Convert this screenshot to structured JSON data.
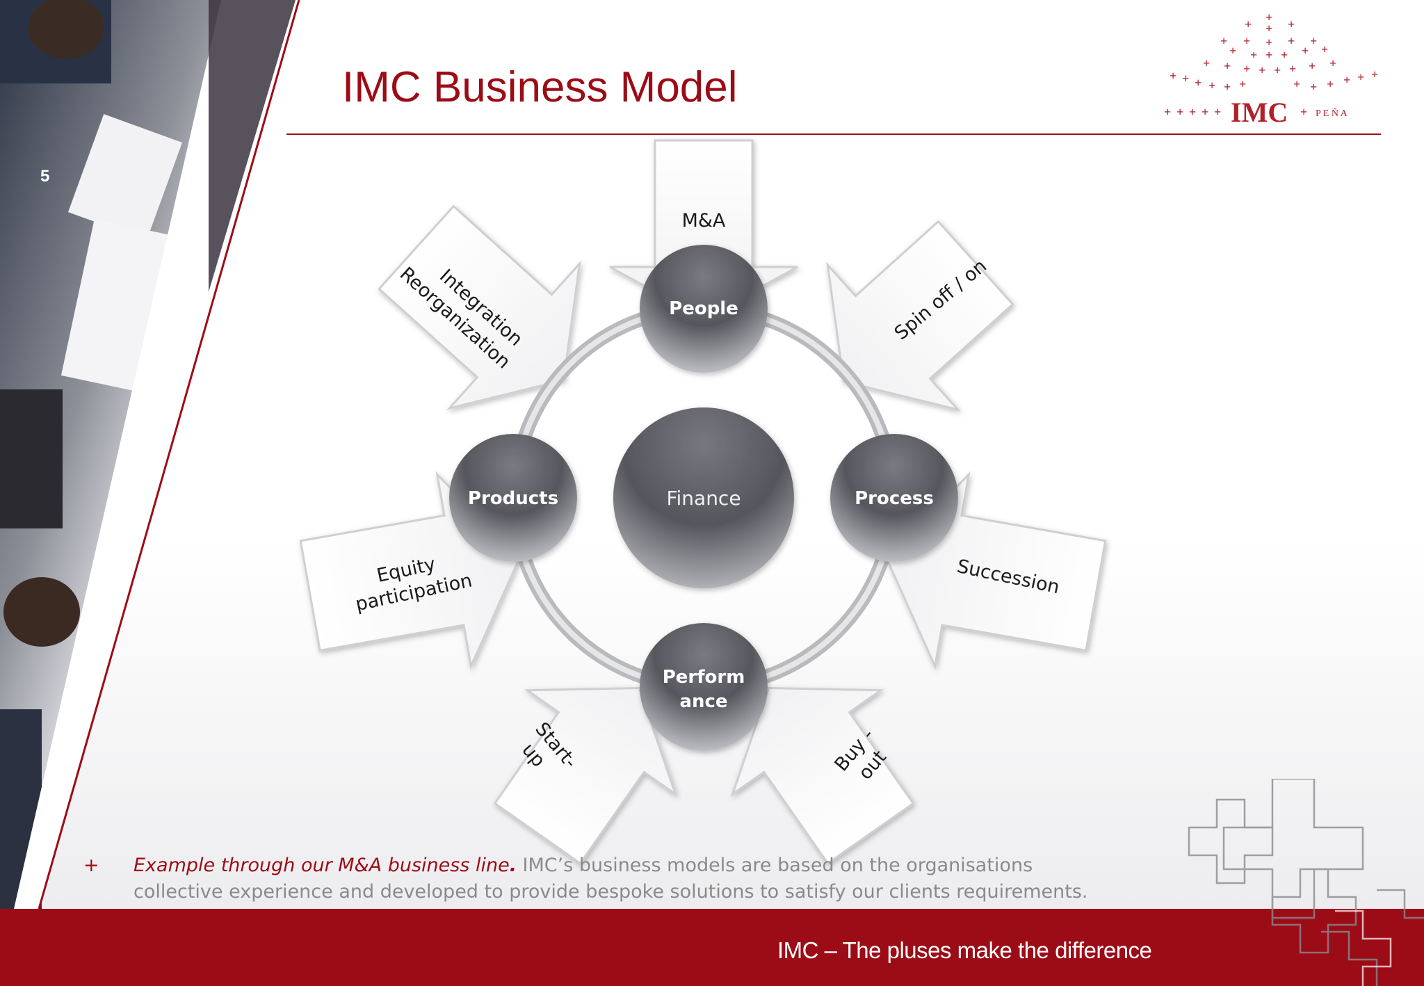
{
  "slide": {
    "page_number": "5",
    "title": "IMC Business Model",
    "logo": {
      "brand": "IMC",
      "suffix": "P E Ñ A"
    },
    "colors": {
      "brand_red": "#9c0c16",
      "sphere_dark": "#3e3e44",
      "sphere_light": "#cfd0d4",
      "note_gray": "#8a8a8a"
    }
  },
  "diagram": {
    "center": "Finance",
    "nodes": {
      "top": "People",
      "left": "Products",
      "right": "Process",
      "bottom_line1": "Perform",
      "bottom_line2": "ance"
    },
    "arrows": {
      "top": "M&A",
      "top_left_line1": "Integration",
      "top_left_line2": "Reorganization",
      "top_right": "Spin off / on",
      "left_line1": "Equity",
      "left_line2": "participation",
      "right": "Succession",
      "bottom_left_line1": "Start-",
      "bottom_left_line2": "up",
      "bottom_right_line1": "Buy -",
      "bottom_right_line2": "out"
    }
  },
  "footer": {
    "bullet": "+",
    "lead": "Example through our M&A business line",
    "lead_punct": ".",
    "body": " IMC’s business models are based on the organisations collective experience and developed to provide bespoke solutions to satisfy our clients requirements.",
    "tagline": "IMC – The pluses make the difference"
  }
}
